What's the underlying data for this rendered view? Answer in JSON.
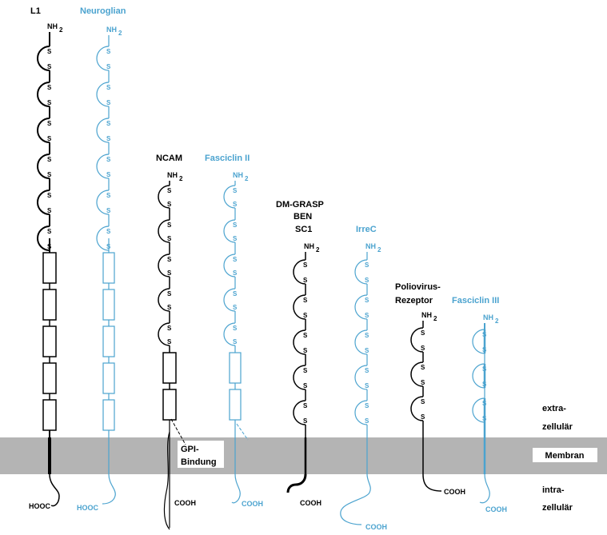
{
  "colors": {
    "black": "#000000",
    "blue": "#4ba3cf",
    "membrane": "#b4b4b4"
  },
  "labels": {
    "l1": "L1",
    "neuroglian": "Neuroglian",
    "ncam": "NCAM",
    "fasciclin2": "Fasciclin II",
    "dmgrasp": "DM-GRASP",
    "ben": "BEN",
    "sc1": "SC1",
    "irrec": "IrreC",
    "polio1": "Poliovirus-",
    "polio2": "Rezeptor",
    "fasciclin3": "Fasciclin III",
    "gpi1": "GPI-",
    "gpi2": "Bindung",
    "extra1": "extra-",
    "extra2": "zellulär",
    "intra1": "intra-",
    "intra2": "zellulär",
    "membran": "Membran"
  },
  "termini": {
    "nh": "NH",
    "sub2": "2",
    "s": "S",
    "hooc": "HOOC",
    "cooh": "COOH"
  }
}
